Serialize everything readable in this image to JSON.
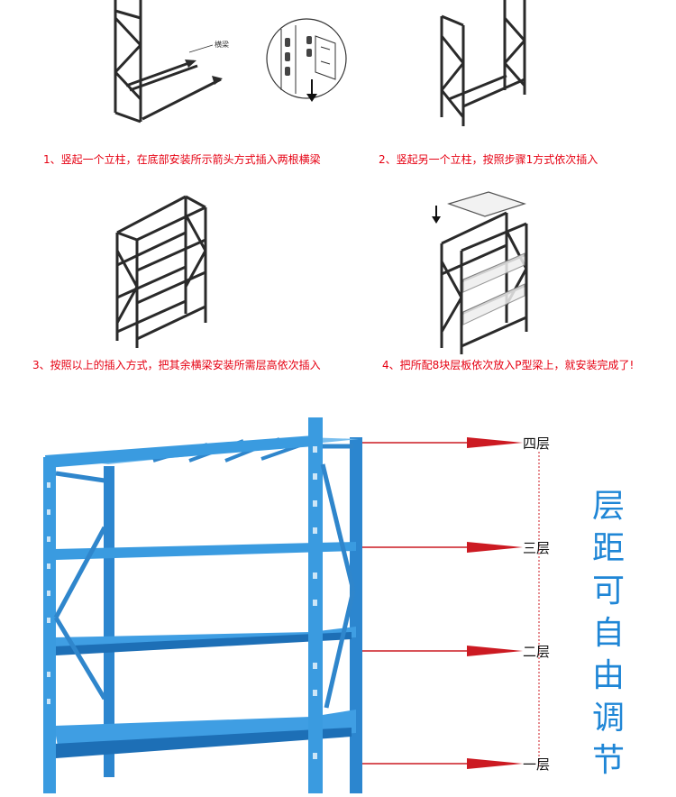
{
  "steps": [
    {
      "caption": "1、竖起一个立柱，在底部安装所示箭头方式插入两根横梁"
    },
    {
      "caption": "2、竖起另一个立柱，按照步骤1方式依次插入"
    },
    {
      "caption": "3、按照以上的插入方式，把其余横梁安装所需层高依次插入"
    },
    {
      "caption": "4、把所配8块层板依次放入P型梁上，就安装完成了!"
    }
  ],
  "beam_callout": "横梁",
  "layers": [
    "四层",
    "三层",
    "二层",
    "一层"
  ],
  "vertical_heading": [
    "层",
    "距",
    "可",
    "自",
    "由",
    "调",
    "节"
  ],
  "colors": {
    "caption": "#e60012",
    "arrow": "#cc1a22",
    "shelf_blue": "#3a9be0",
    "heading": "#1f86d6"
  }
}
